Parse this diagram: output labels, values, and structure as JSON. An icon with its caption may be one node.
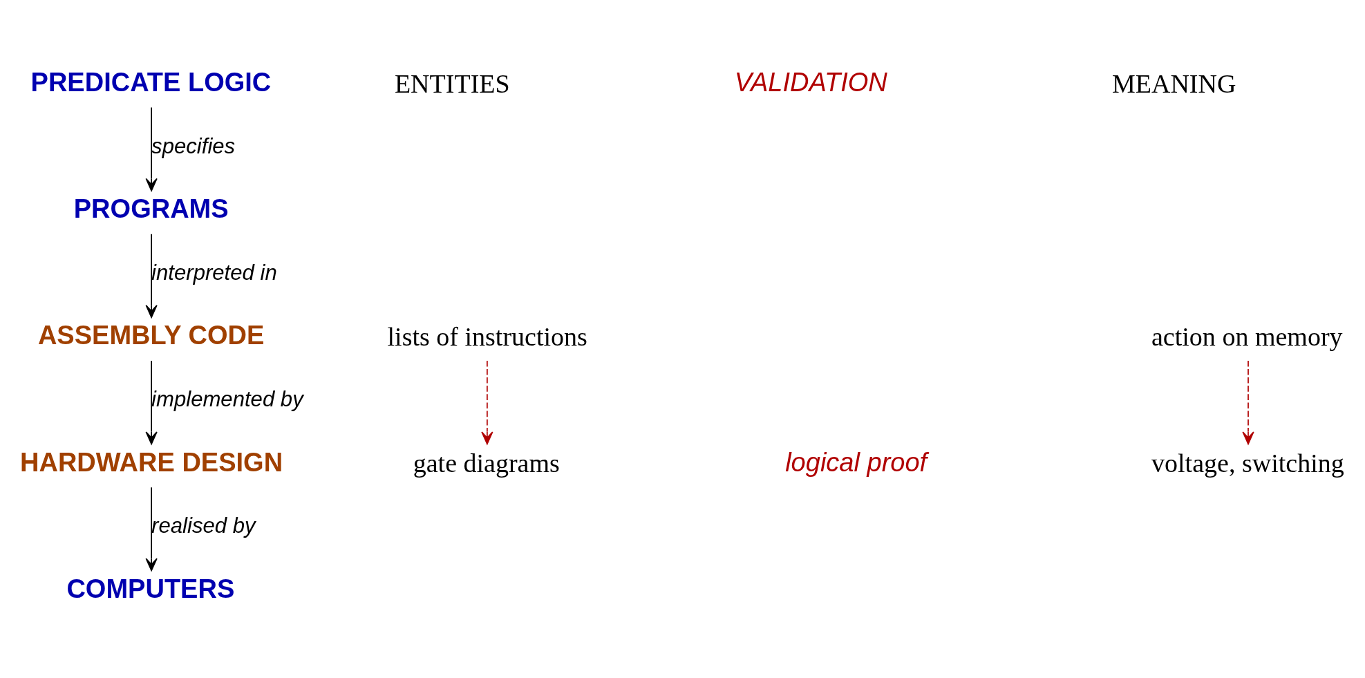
{
  "diagram": {
    "nodes": [
      {
        "text": [
          "PREDICATE LOGIC"
        ]
      },
      {
        "text": [
          "PROGRAMS"
        ]
      },
      {
        "text": [
          "ASSEMBLY CODE"
        ]
      },
      {
        "text": [
          "HARDWARE DESIGN"
        ]
      },
      {
        "text": [
          "COMPUTERS"
        ]
      },
      {
        "text": [
          "lists of instructions"
        ]
      },
      {
        "text": [
          "action on memory"
        ]
      },
      {
        "text": [
          "gate diagrams"
        ]
      },
      {
        "text": [
          "voltage, switching"
        ]
      }
    ],
    "edges": [
      {
        "from": 0,
        "to": 1,
        "arrow": "to",
        "label": "specifies"
      },
      {
        "from": 1,
        "to": 2,
        "arrow": "to",
        "label": "interpreted in"
      },
      {
        "from": 2,
        "to": 3,
        "arrow": "to",
        "label": "implemented by"
      },
      {
        "from": 3,
        "to": 4,
        "arrow": "to",
        "label": "realised by"
      },
      {
        "from": 5,
        "to": 7,
        "arrow": "to",
        "style": "dashed",
        "color": "#b00000"
      },
      {
        "from": 6,
        "to": 8,
        "arrow": "to",
        "style": "dashed",
        "color": "#b00000"
      }
    ],
    "labels": [
      "ENTITIES",
      "MEANING",
      "VALIDATION",
      "logical proof"
    ]
  }
}
